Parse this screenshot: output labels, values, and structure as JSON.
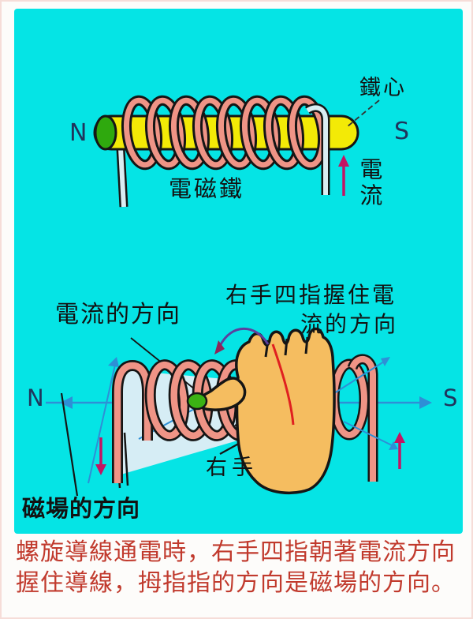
{
  "panel": {
    "background": "#05e4e5"
  },
  "colors": {
    "coil_wire": "#ef9486",
    "iron_core_yellow": "#f3ea06",
    "core_cap_green": "#2fa90e",
    "current_arrow_magenta": "#c31463",
    "field_axis_blue": "#2e8fd6",
    "hand_skin": "#f5bd60",
    "thumb_nail_green": "#3bb214",
    "finger_line_red": "#e02020",
    "rotation_arrow_purple": "#5b3f9e",
    "caption_red": "#c13a2d",
    "pole_letter": "#20345c"
  },
  "top_diagram": {
    "pole_left": "N",
    "pole_right": "S",
    "iron_core_label": "鐵心",
    "electromagnet_label": "電磁鐵",
    "current_label": "電流"
  },
  "bottom_diagram": {
    "pole_left": "N",
    "pole_right": "S",
    "current_direction_label": "電流的方向",
    "grip_label_line1": "右手四指握住電",
    "grip_label_line2": "流的方向",
    "right_hand_label": "右手",
    "field_direction_label": "磁場的方向"
  },
  "caption": {
    "line1": "螺旋導線通電時，右手四指朝著電流方向",
    "line2": "握住導線，拇指指的方向是磁場的方向。"
  }
}
